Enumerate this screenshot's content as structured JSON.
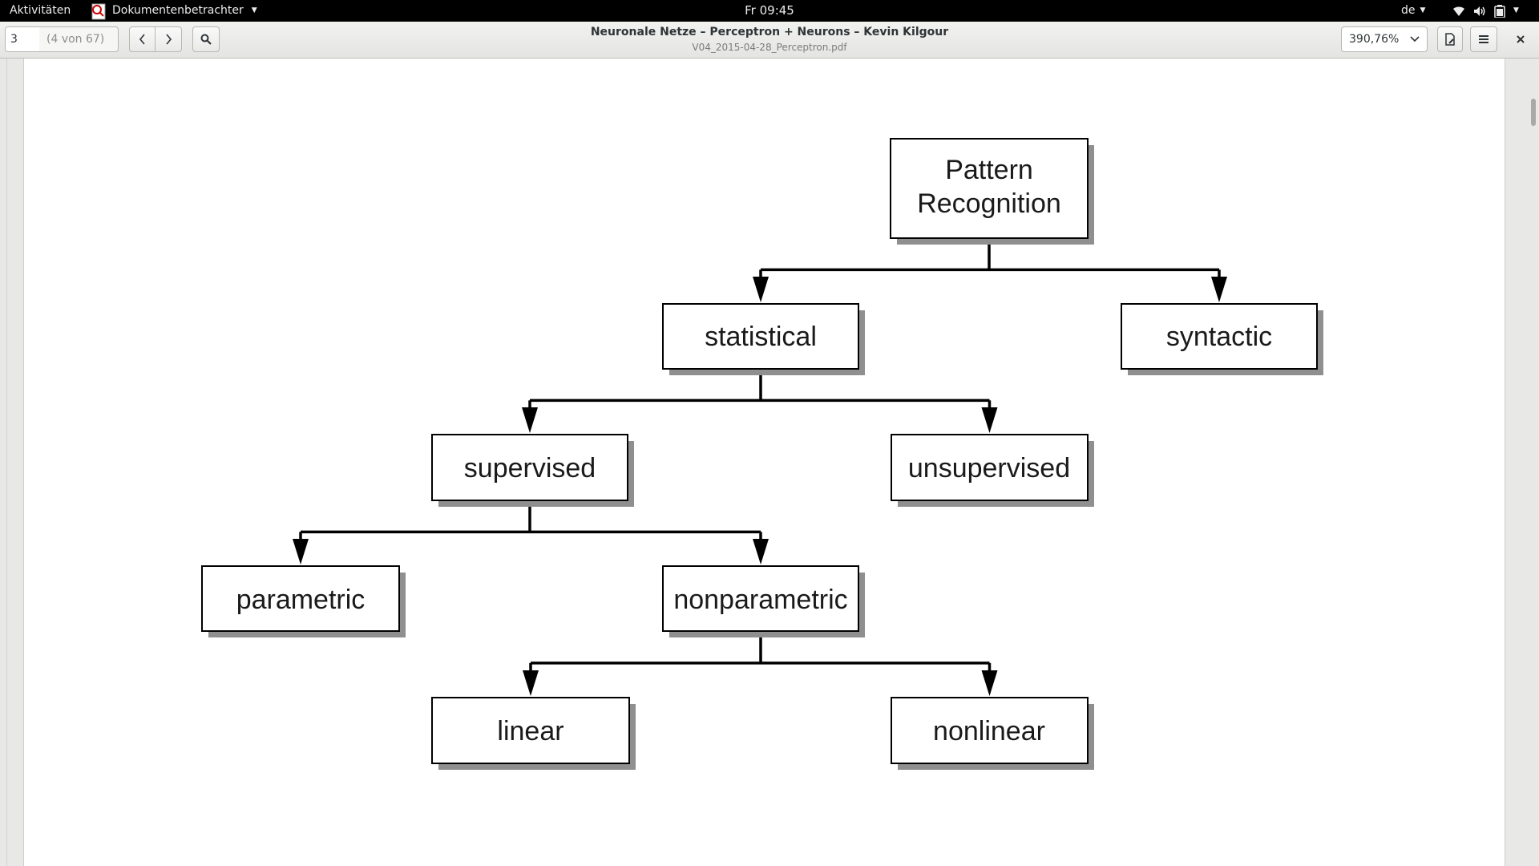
{
  "topbar": {
    "activities": "Aktivitäten",
    "app_name": "Dokumentenbetrachter",
    "clock": "Fr 09:45",
    "language": "de"
  },
  "toolbar": {
    "page_number": "3",
    "page_count": "(4 von 67)",
    "zoom": "390,76%"
  },
  "document": {
    "title": "Neuronale Netze – Perceptron + Neurons – Kevin Kilgour",
    "filename": "V04_2015-04-28_Perceptron.pdf"
  },
  "icons": {
    "prev": "chevron-left-icon",
    "next": "chevron-right-icon",
    "search": "search-icon",
    "zoom_dropdown": "chevron-down-icon",
    "annotations": "annotate-icon",
    "menu": "hamburger-menu-icon",
    "close": "close-icon",
    "wifi": "wifi-icon",
    "volume": "volume-icon",
    "battery": "battery-icon"
  },
  "diagram": {
    "nodes": {
      "pattern_recognition": [
        "Pattern",
        "Recognition"
      ],
      "statistical": "statistical",
      "syntactic": "syntactic",
      "supervised": "supervised",
      "unsupervised": "unsupervised",
      "parametric": "parametric",
      "nonparametric": "nonparametric",
      "linear": "linear",
      "nonlinear": "nonlinear"
    },
    "edges": [
      [
        "pattern_recognition",
        "statistical"
      ],
      [
        "pattern_recognition",
        "syntactic"
      ],
      [
        "statistical",
        "supervised"
      ],
      [
        "statistical",
        "unsupervised"
      ],
      [
        "supervised",
        "parametric"
      ],
      [
        "supervised",
        "nonparametric"
      ],
      [
        "nonparametric",
        "linear"
      ],
      [
        "nonparametric",
        "nonlinear"
      ]
    ]
  }
}
